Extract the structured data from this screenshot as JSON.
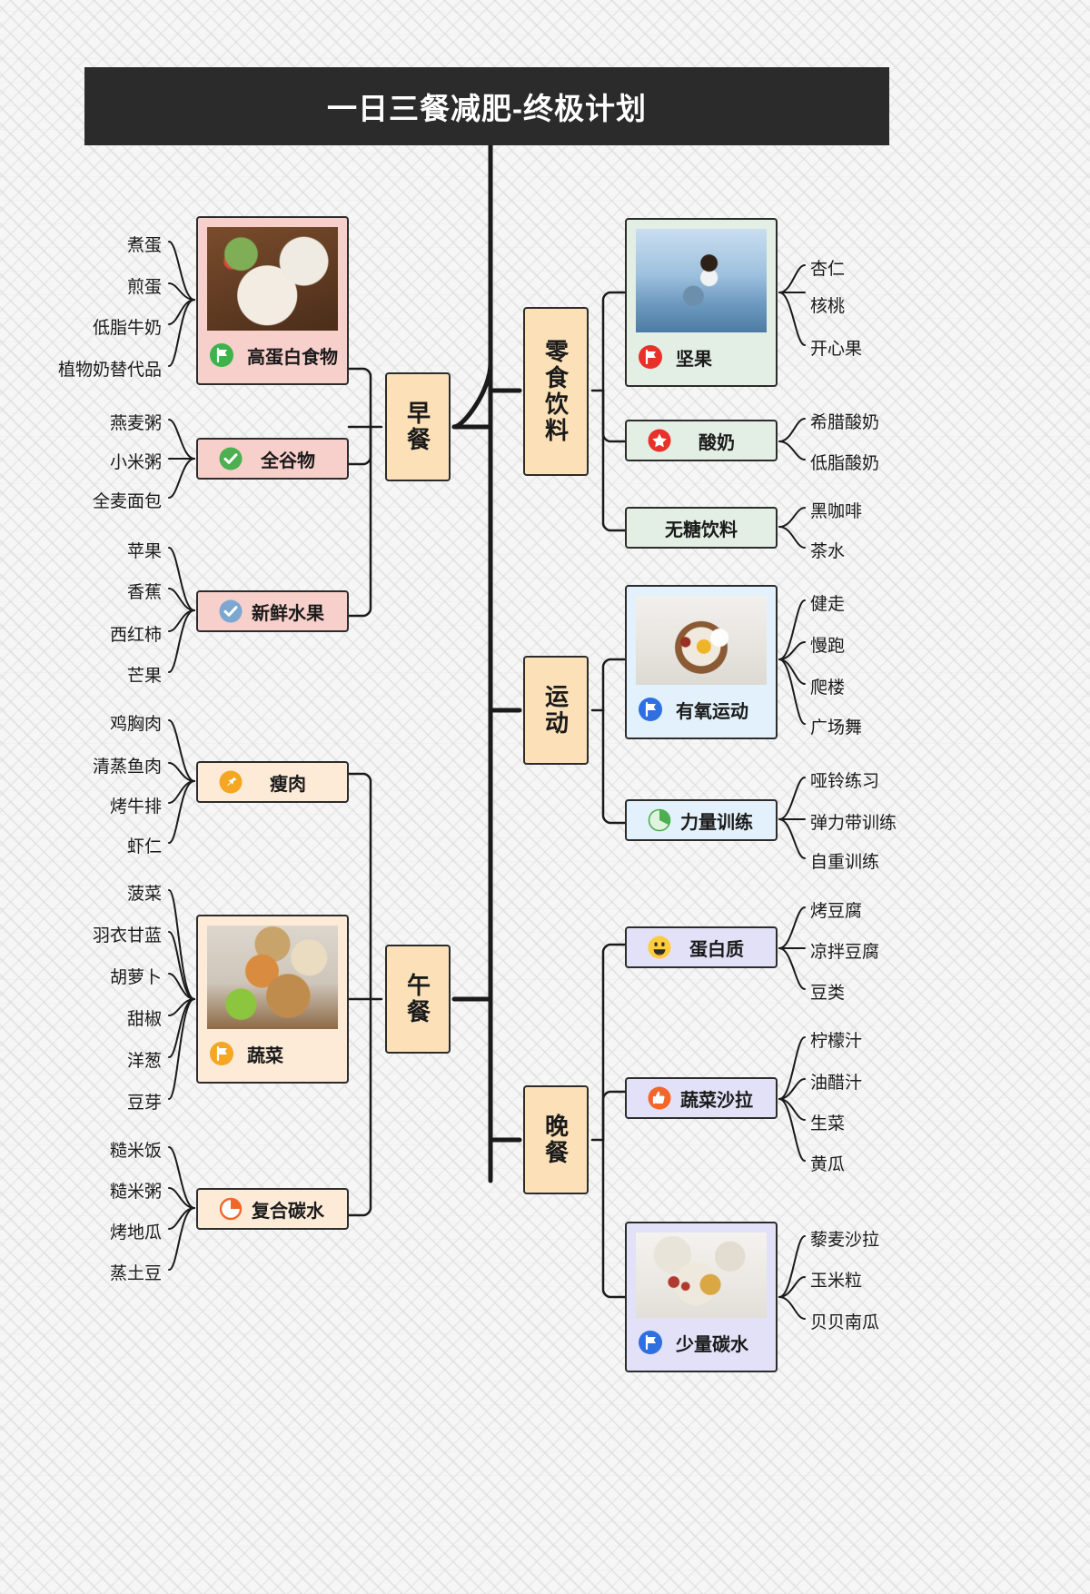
{
  "title": "一日三餐减肥-终极计划",
  "colors": {
    "title_bar": "#2b2b2b",
    "trunk": "#fbe0b8",
    "breakfast_card": "#f7cfcb",
    "lunch_card": "#fdebd8",
    "snack_card": "#e3efe4",
    "exercise_card": "#e2f1fb",
    "dinner_card": "#e2e1f7",
    "line": "#1a1a1a"
  },
  "branches": {
    "breakfast": {
      "label": "早餐",
      "nodes": [
        {
          "label": "高蛋白食物",
          "icon": "green-flag-icon",
          "has_image": true,
          "leaves": [
            "煮蛋",
            "煎蛋",
            "低脂牛奶",
            "植物奶替代品"
          ]
        },
        {
          "label": "全谷物",
          "icon": "green-check-icon",
          "has_image": false,
          "leaves": [
            "燕麦粥",
            "小米粥",
            "全麦面包"
          ]
        },
        {
          "label": "新鲜水果",
          "icon": "blue-check-icon",
          "has_image": false,
          "leaves": [
            "苹果",
            "香蕉",
            "西红柿",
            "芒果"
          ]
        }
      ]
    },
    "lunch": {
      "label": "午餐",
      "nodes": [
        {
          "label": "瘦肉",
          "icon": "orange-pin-icon",
          "has_image": false,
          "leaves": [
            "鸡胸肉",
            "清蒸鱼肉",
            "烤牛排",
            "虾仁"
          ]
        },
        {
          "label": "蔬菜",
          "icon": "orange-flag-icon",
          "has_image": true,
          "leaves": [
            "菠菜",
            "羽衣甘蓝",
            "胡萝卜",
            "甜椒",
            "洋葱",
            "豆芽"
          ]
        },
        {
          "label": "复合碳水",
          "icon": "orange-pie-icon",
          "has_image": false,
          "leaves": [
            "糙米饭",
            "糙米粥",
            "烤地瓜",
            "蒸土豆"
          ]
        }
      ]
    },
    "snacks": {
      "label": "零食饮料",
      "nodes": [
        {
          "label": "坚果",
          "icon": "red-flag-icon",
          "has_image": true,
          "leaves": [
            "杏仁",
            "核桃",
            "开心果"
          ]
        },
        {
          "label": "酸奶",
          "icon": "red-star-icon",
          "has_image": false,
          "leaves": [
            "希腊酸奶",
            "低脂酸奶"
          ]
        },
        {
          "label": "无糖饮料",
          "icon": "none",
          "has_image": false,
          "leaves": [
            "黑咖啡",
            "茶水"
          ]
        }
      ]
    },
    "exercise": {
      "label": "运动",
      "nodes": [
        {
          "label": "有氧运动",
          "icon": "blue-flag-icon",
          "has_image": true,
          "leaves": [
            "健走",
            "慢跑",
            "爬楼",
            "广场舞"
          ]
        },
        {
          "label": "力量训练",
          "icon": "green-pie-icon",
          "has_image": false,
          "leaves": [
            "哑铃练习",
            "弹力带训练",
            "自重训练"
          ]
        }
      ]
    },
    "dinner": {
      "label": "晚餐",
      "nodes": [
        {
          "label": "蛋白质",
          "icon": "smiley-icon",
          "has_image": false,
          "leaves": [
            "烤豆腐",
            "凉拌豆腐",
            "豆类"
          ]
        },
        {
          "label": "蔬菜沙拉",
          "icon": "orange-thumbsup-icon",
          "has_image": false,
          "leaves": [
            "柠檬汁",
            "油醋汁",
            "生菜",
            "黄瓜"
          ]
        },
        {
          "label": "少量碳水",
          "icon": "blue-flag-icon",
          "has_image": true,
          "leaves": [
            "藜麦沙拉",
            "玉米粒",
            "贝贝南瓜"
          ]
        }
      ]
    }
  }
}
